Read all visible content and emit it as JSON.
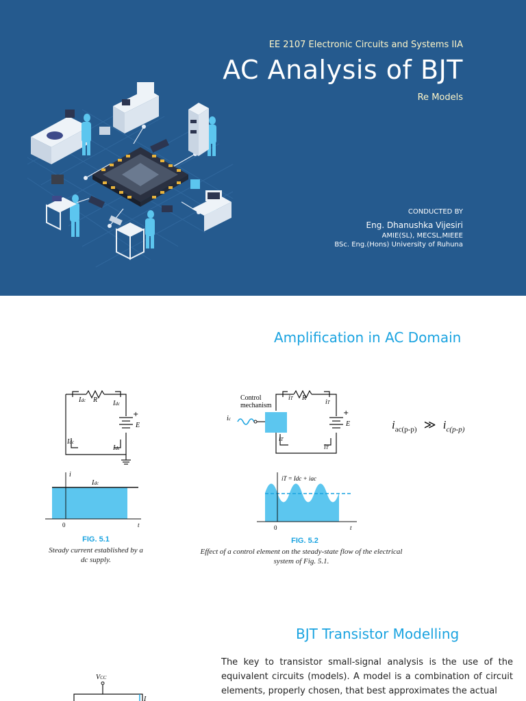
{
  "slide1": {
    "course": "EE 2107 Electronic Circuits and Systems IIA",
    "title": "AC Analysis of BJT",
    "subtitle": "Re Models",
    "conducted_by": "CONDUCTED BY",
    "author": "Eng. Dhanushka Vijesiri",
    "credentials1": "AMIE(SL), MECSL,MIEEE",
    "credentials2": "BSc. Eng.(Hons) University of Ruhuna"
  },
  "slide2": {
    "title": "Amplification in AC Domain",
    "equation": {
      "left": "i",
      "left_sub": "ac(p-p)",
      "op": "≫",
      "right": "i",
      "right_sub": "c(p-p)"
    },
    "fig1": {
      "label": "FIG. 5.1",
      "caption_line1": "Steady current established by a",
      "caption_line2": "dc supply.",
      "idc": "I",
      "idc_sub": "dc",
      "r": "R",
      "e": "E",
      "i_axis": "i",
      "t_axis": "t",
      "zero": "0"
    },
    "fig2": {
      "label": "FIG. 5.2",
      "caption_line1": "Effect of a control element on the steady-state flow of the electrical",
      "caption_line2": "system of Fig. 5.1.",
      "control1": "Control",
      "control2": "mechanism",
      "ic": "i",
      "ic_sub": "c",
      "it": "i",
      "it_sub": "T",
      "r": "R",
      "e": "E",
      "wave_eq": "iT = Idc + iac",
      "t_axis": "t",
      "zero": "0"
    }
  },
  "slide3": {
    "title": "BJT Transistor Modelling",
    "body": "The key to transistor small-signal analysis is the use of the equivalent circuits (models). A model is a combination of circuit elements, properly chosen, that best approximates the actual",
    "vcc": "V",
    "vcc_sub": "CC",
    "ic_label": "I"
  },
  "colors": {
    "slide1_bg": "#255a8e",
    "accent": "#1aa3e0",
    "fill": "#5cc6ef"
  },
  "icons": [
    "chip-icon",
    "workstation-icon",
    "engineer-icon",
    "server-rack-icon"
  ]
}
